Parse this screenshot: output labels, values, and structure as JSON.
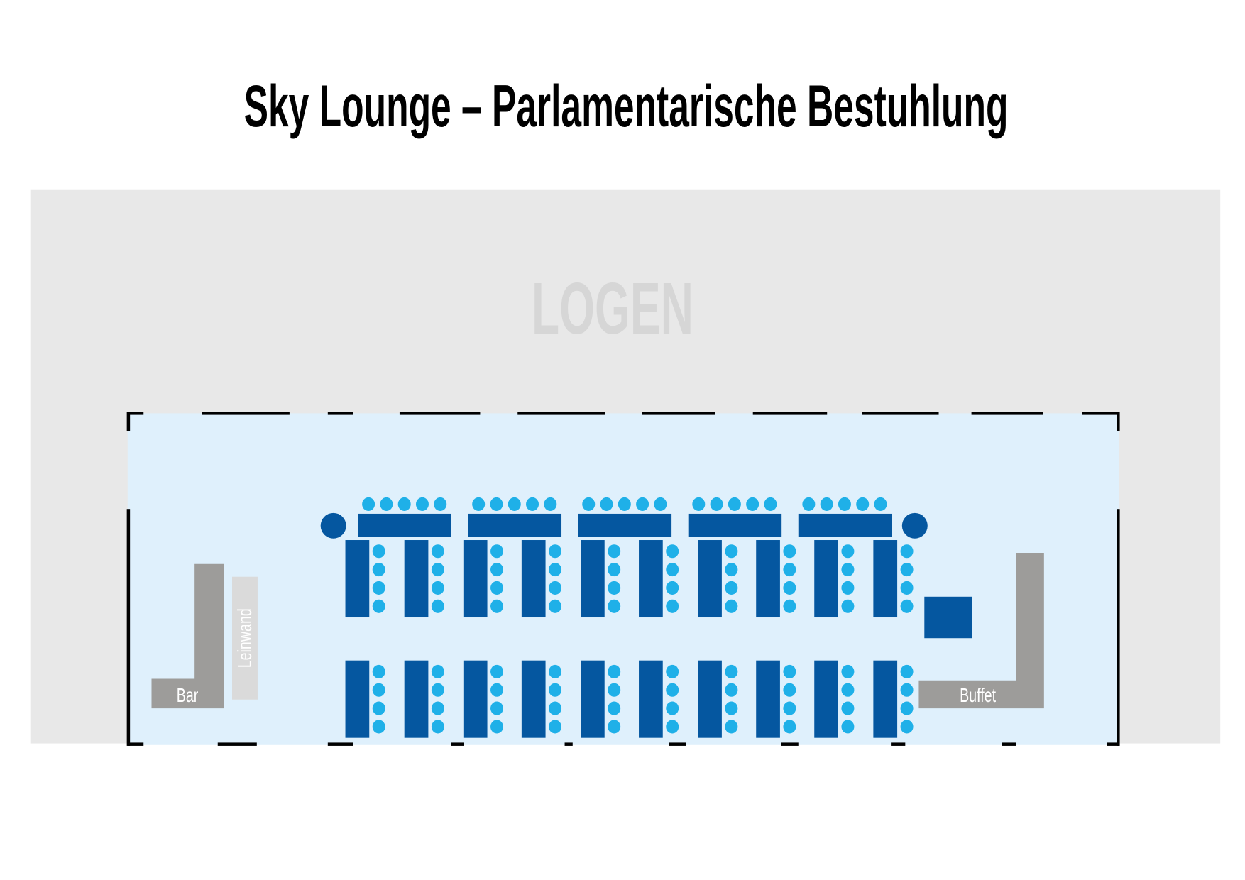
{
  "title": "Sky Lounge – Parlamentarische Bestuhlung",
  "area_label": "LOGEN",
  "labels": {
    "bar": "Bar",
    "screen": "Leinwand",
    "buffet": "Buffet"
  },
  "colors": {
    "table": "#0557a0",
    "chair": "#1fb0e8",
    "room": "#dff0fc",
    "surroundings": "#e8e8e8",
    "furniture": "#9d9c9a",
    "screen": "#dadada"
  }
}
